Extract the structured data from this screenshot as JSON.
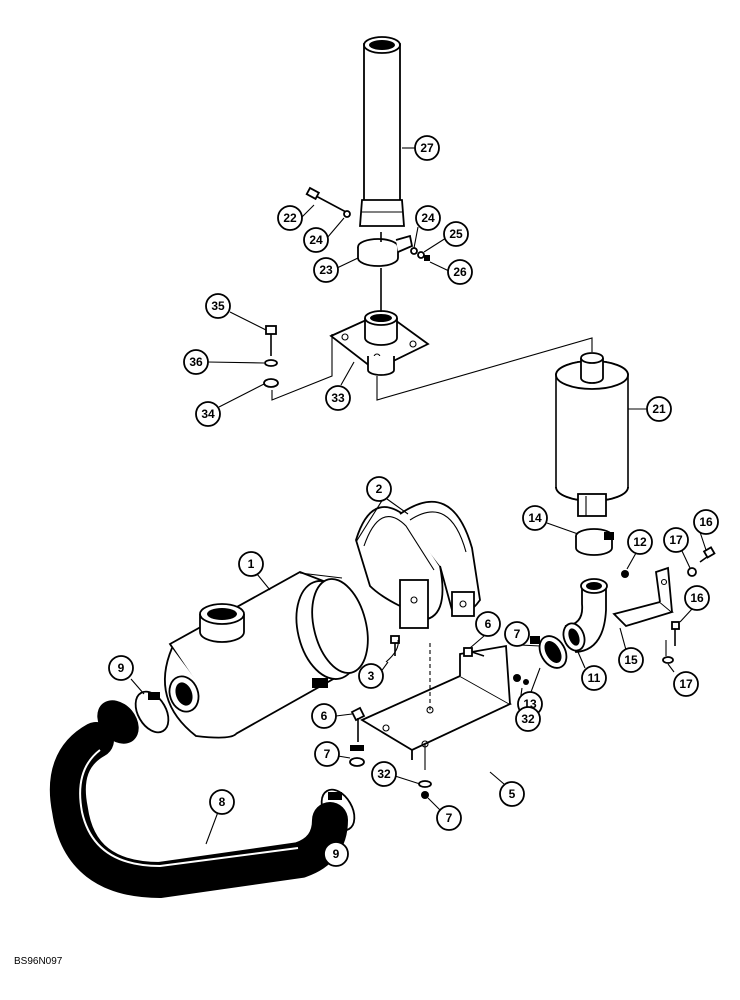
{
  "figure_id": "BS96N097",
  "callouts": [
    "27",
    "22",
    "24",
    "24",
    "25",
    "23",
    "26",
    "35",
    "36",
    "34",
    "33",
    "21",
    "2",
    "1",
    "14",
    "12",
    "17",
    "16",
    "16",
    "6",
    "7",
    "9",
    "3",
    "13",
    "11",
    "15",
    "17",
    "6",
    "32",
    "7",
    "32",
    "7",
    "5",
    "8",
    "9"
  ]
}
